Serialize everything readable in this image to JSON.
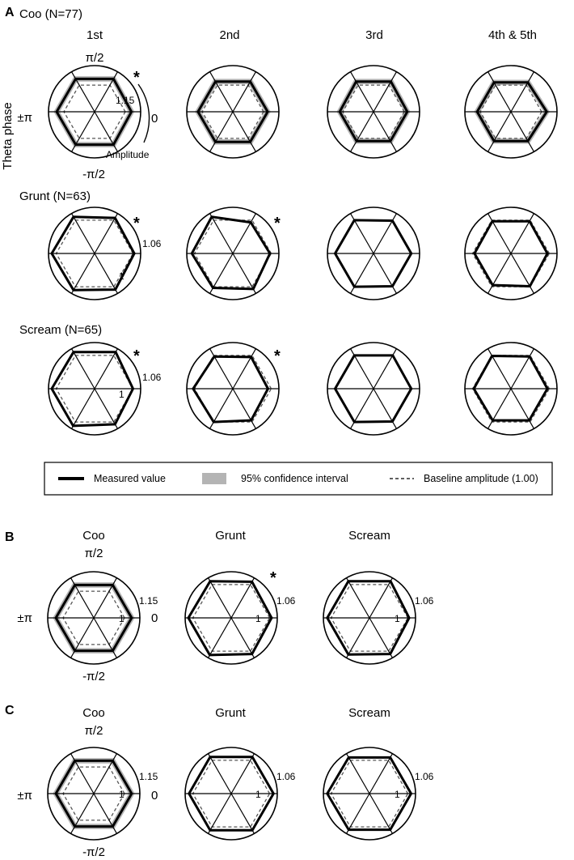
{
  "colors": {
    "measured": "#000000",
    "ci": "#b4b4b4",
    "baseline": "#555555",
    "frame": "#000000"
  },
  "panel_labels": {
    "a": "A",
    "b": "B",
    "c": "C"
  },
  "axis": {
    "phase_top": "π/2",
    "phase_left": "±π",
    "phase_right": "0",
    "phase_bottom": "-π/2",
    "radial": "Theta phase",
    "amplitude": "Amplitude"
  },
  "columns": {
    "c1": "1st",
    "c2": "2nd",
    "c3": "3rd",
    "c4": "4th & 5th"
  },
  "groups": {
    "coo": "Coo (N=77)",
    "grunt": "Grunt (N=63)",
    "scream": "Scream (N=65)",
    "b_coo": "Coo",
    "b_grunt": "Grunt",
    "b_scream": "Scream",
    "c_coo": "Coo",
    "c_grunt": "Grunt",
    "c_scream": "Scream"
  },
  "scale": {
    "coo_max": "1.15",
    "grunt_max": "1.06",
    "scream_max": "1.06",
    "baseline": "1"
  },
  "significance": "*",
  "legend": {
    "measured": "Measured value",
    "ci": "95% confidence interval",
    "baseline": "Baseline amplitude (1.00)"
  },
  "chart_data": [
    {
      "type": "radar",
      "panel": "A",
      "group": "Coo (N=77)",
      "column": "1st",
      "significant": true,
      "rmax": 1.15,
      "phase_bins": [
        "0",
        "π/3",
        "2π/3",
        "±π",
        "-2π/3",
        "-π/3"
      ],
      "measured": [
        1.06,
        1.07,
        1.07,
        1.07,
        1.07,
        1.07
      ],
      "ci_half": 0.03,
      "baseline": 1.0
    },
    {
      "type": "radar",
      "panel": "A",
      "group": "Coo (N=77)",
      "column": "2nd",
      "significant": false,
      "rmax": 1.15,
      "phase_bins": [
        "0",
        "π/3",
        "2π/3",
        "±π",
        "-2π/3",
        "-π/3"
      ],
      "measured": [
        1.04,
        1.04,
        1.04,
        1.04,
        1.04,
        1.04
      ],
      "ci_half": 0.03,
      "baseline": 1.0
    },
    {
      "type": "radar",
      "panel": "A",
      "group": "Coo (N=77)",
      "column": "3rd",
      "significant": false,
      "rmax": 1.15,
      "phase_bins": [
        "0",
        "π/3",
        "2π/3",
        "±π",
        "-2π/3",
        "-π/3"
      ],
      "measured": [
        1.03,
        1.04,
        1.04,
        1.03,
        1.03,
        1.03
      ],
      "ci_half": 0.03,
      "baseline": 1.0
    },
    {
      "type": "radar",
      "panel": "A",
      "group": "Coo (N=77)",
      "column": "4th & 5th",
      "significant": false,
      "rmax": 1.15,
      "phase_bins": [
        "0",
        "π/3",
        "2π/3",
        "±π",
        "-2π/3",
        "-π/3"
      ],
      "measured": [
        1.05,
        1.03,
        1.03,
        1.03,
        1.03,
        1.03
      ],
      "ci_half": 0.03,
      "baseline": 1.0
    },
    {
      "type": "radar",
      "panel": "A",
      "group": "Grunt (N=63)",
      "column": "1st",
      "significant": true,
      "rmax": 1.06,
      "phase_bins": [
        "0",
        "π/3",
        "2π/3",
        "±π",
        "-2π/3",
        "-π/3"
      ],
      "measured": [
        1.01,
        1.02,
        1.03,
        1.035,
        1.03,
        1.025
      ],
      "ci_half": 0.01,
      "baseline": 1.0
    },
    {
      "type": "radar",
      "panel": "A",
      "group": "Grunt (N=63)",
      "column": "2nd",
      "significant": true,
      "rmax": 1.06,
      "phase_bins": [
        "0",
        "π/3",
        "2π/3",
        "±π",
        "-2π/3",
        "-π/3"
      ],
      "measured": [
        0.99,
        0.98,
        1.03,
        1.02,
        1.01,
        1.02
      ],
      "ci_half": 0.01,
      "baseline": 1.0
    },
    {
      "type": "radar",
      "panel": "A",
      "group": "Grunt (N=63)",
      "column": "3rd",
      "significant": false,
      "rmax": 1.06,
      "phase_bins": [
        "0",
        "π/3",
        "2π/3",
        "±π",
        "-2π/3",
        "-π/3"
      ],
      "measured": [
        0.995,
        0.995,
        1.0,
        1.0,
        1.0,
        0.995
      ],
      "ci_half": 0.01,
      "baseline": 1.0
    },
    {
      "type": "radar",
      "panel": "A",
      "group": "Grunt (N=63)",
      "column": "4th & 5th",
      "significant": false,
      "rmax": 1.06,
      "phase_bins": [
        "0",
        "π/3",
        "2π/3",
        "±π",
        "-2π/3",
        "-π/3"
      ],
      "measured": [
        0.985,
        0.99,
        0.99,
        0.985,
        0.985,
        0.995
      ],
      "ci_half": 0.01,
      "baseline": 1.0
    },
    {
      "type": "radar",
      "panel": "A",
      "group": "Scream (N=65)",
      "column": "1st",
      "significant": true,
      "rmax": 1.06,
      "phase_bins": [
        "0",
        "π/3",
        "2π/3",
        "±π",
        "-2π/3",
        "-π/3"
      ],
      "measured": [
        1.0,
        1.03,
        1.03,
        1.035,
        1.035,
        1.02
      ],
      "ci_half": 0.01,
      "baseline": 1.0
    },
    {
      "type": "radar",
      "panel": "A",
      "group": "Scream (N=65)",
      "column": "2nd",
      "significant": true,
      "rmax": 1.06,
      "phase_bins": [
        "0",
        "π/3",
        "2π/3",
        "±π",
        "-2π/3",
        "-π/3"
      ],
      "measured": [
        0.975,
        0.985,
        0.99,
        1.01,
        1.0,
        0.985
      ],
      "ci_half": 0.01,
      "baseline": 1.0
    },
    {
      "type": "radar",
      "panel": "A",
      "group": "Scream (N=65)",
      "column": "3rd",
      "significant": false,
      "rmax": 1.06,
      "phase_bins": [
        "0",
        "π/3",
        "2π/3",
        "±π",
        "-2π/3",
        "-π/3"
      ],
      "measured": [
        0.995,
        1.0,
        1.0,
        1.0,
        1.0,
        0.995
      ],
      "ci_half": 0.01,
      "baseline": 1.0
    },
    {
      "type": "radar",
      "panel": "A",
      "group": "Scream (N=65)",
      "column": "4th & 5th",
      "significant": false,
      "rmax": 1.06,
      "phase_bins": [
        "0",
        "π/3",
        "2π/3",
        "±π",
        "-2π/3",
        "-π/3"
      ],
      "measured": [
        0.985,
        0.99,
        0.995,
        0.99,
        0.985,
        0.985
      ],
      "ci_half": 0.01,
      "baseline": 1.0
    },
    {
      "type": "radar",
      "panel": "B",
      "group": "Coo",
      "significant": false,
      "rmax": 1.15,
      "phase_bins": [
        "0",
        "π/3",
        "2π/3",
        "±π",
        "-2π/3",
        "-π/3"
      ],
      "measured": [
        1.07,
        1.07,
        1.07,
        1.07,
        1.07,
        1.07
      ],
      "ci_half": 0.03,
      "baseline": 1.0
    },
    {
      "type": "radar",
      "panel": "B",
      "group": "Grunt",
      "significant": true,
      "rmax": 1.06,
      "phase_bins": [
        "0",
        "π/3",
        "2π/3",
        "±π",
        "-2π/3",
        "-π/3"
      ],
      "measured": [
        1.015,
        1.025,
        1.03,
        1.035,
        1.035,
        1.025
      ],
      "ci_half": 0.01,
      "baseline": 1.0
    },
    {
      "type": "radar",
      "panel": "B",
      "group": "Scream",
      "significant": false,
      "rmax": 1.06,
      "phase_bins": [
        "0",
        "π/3",
        "2π/3",
        "±π",
        "-2π/3",
        "-π/3"
      ],
      "measured": [
        1.01,
        1.03,
        1.03,
        1.03,
        1.03,
        1.025
      ],
      "ci_half": 0.01,
      "baseline": 1.0
    },
    {
      "type": "radar",
      "panel": "C",
      "group": "Coo",
      "significant": false,
      "rmax": 1.15,
      "phase_bins": [
        "0",
        "π/3",
        "2π/3",
        "±π",
        "-2π/3",
        "-π/3"
      ],
      "measured": [
        1.07,
        1.07,
        1.07,
        1.07,
        1.07,
        1.07
      ],
      "ci_half": 0.03,
      "baseline": 1.0
    },
    {
      "type": "radar",
      "panel": "C",
      "group": "Grunt",
      "significant": false,
      "rmax": 1.06,
      "phase_bins": [
        "0",
        "π/3",
        "2π/3",
        "±π",
        "-2π/3",
        "-π/3"
      ],
      "measured": [
        1.03,
        1.03,
        1.03,
        1.03,
        1.03,
        1.03
      ],
      "ci_half": 0.01,
      "baseline": 1.0
    },
    {
      "type": "radar",
      "panel": "C",
      "group": "Scream",
      "significant": false,
      "rmax": 1.06,
      "phase_bins": [
        "0",
        "π/3",
        "2π/3",
        "±π",
        "-2π/3",
        "-π/3"
      ],
      "measured": [
        1.025,
        1.025,
        1.025,
        1.03,
        1.025,
        1.025
      ],
      "ci_half": 0.01,
      "baseline": 1.0
    }
  ]
}
